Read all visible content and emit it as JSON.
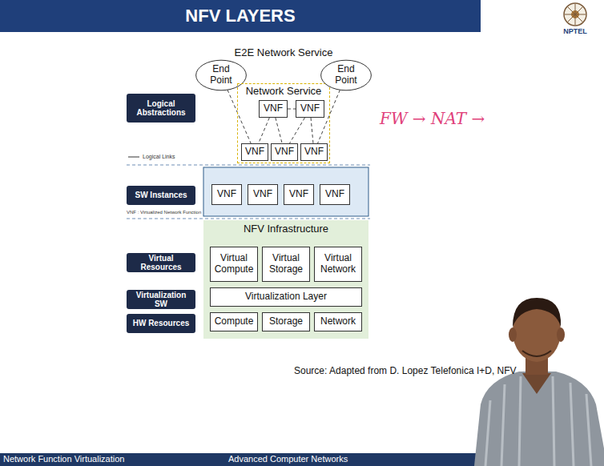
{
  "diagram": {
    "title": "NFV LAYERS",
    "caption": "Source: Adapted from D. Lopez Telefonica I+D, NFV",
    "nodes": [
      {
        "text": [
          "End Point"
        ]
      },
      {
        "text": [
          "Network Service"
        ]
      },
      {
        "text": [
          "VNF"
        ],
        "in": 1
      },
      {
        "text": [
          "VNF"
        ],
        "in": 1
      },
      {
        "text": [
          "VNF"
        ],
        "in": 1
      },
      {
        "text": [
          "VNF"
        ],
        "in": 1
      },
      {
        "text": [
          "VNF"
        ],
        "in": 1
      },
      {
        "text": [
          "End Point"
        ]
      },
      {
        "text": [
          "Logical Abstractions"
        ]
      },
      {
        "text": [
          "SW Instances"
        ]
      },
      {
        "text": [
          "VNF"
        ]
      },
      {
        "text": [
          "VNF"
        ]
      },
      {
        "text": [
          "VNF"
        ]
      },
      {
        "text": [
          "VNF"
        ]
      },
      {
        "text": [
          "NFV Infrastructure"
        ]
      },
      {
        "text": [
          "Virtual Compute"
        ],
        "in": 14
      },
      {
        "text": [
          "Virtual Storage"
        ],
        "in": 14
      },
      {
        "text": [
          "Virtual Network"
        ],
        "in": 14
      },
      {
        "text": [
          "Virtualization Layer"
        ],
        "in": 14
      },
      {
        "text": [
          "Compute"
        ],
        "in": 14
      },
      {
        "text": [
          "Storage"
        ],
        "in": 14
      },
      {
        "text": [
          "Network"
        ],
        "in": 14
      },
      {
        "text": [
          "Virtual Resources"
        ]
      },
      {
        "text": [
          "Virtualization SW"
        ]
      },
      {
        "text": [
          "HW Resources"
        ]
      }
    ],
    "edges": [
      {
        "from": 0,
        "to": 4,
        "arrow": "none"
      },
      {
        "from": 2,
        "to": 3,
        "arrow": "none"
      },
      {
        "from": 2,
        "to": 4,
        "arrow": "none"
      },
      {
        "from": 2,
        "to": 5,
        "arrow": "none"
      },
      {
        "from": 3,
        "to": 5,
        "arrow": "none"
      },
      {
        "from": 3,
        "to": 6,
        "arrow": "none"
      },
      {
        "from": 7,
        "to": 6,
        "arrow": "none"
      }
    ],
    "labels": [
      "E2E Network Service",
      "Logical Links",
      "VNF : Virtualized Network Function",
      "FW → NAT →",
      "NPTEL",
      "Network Function Virtualization",
      "Advanced Computer Networks"
    ]
  }
}
